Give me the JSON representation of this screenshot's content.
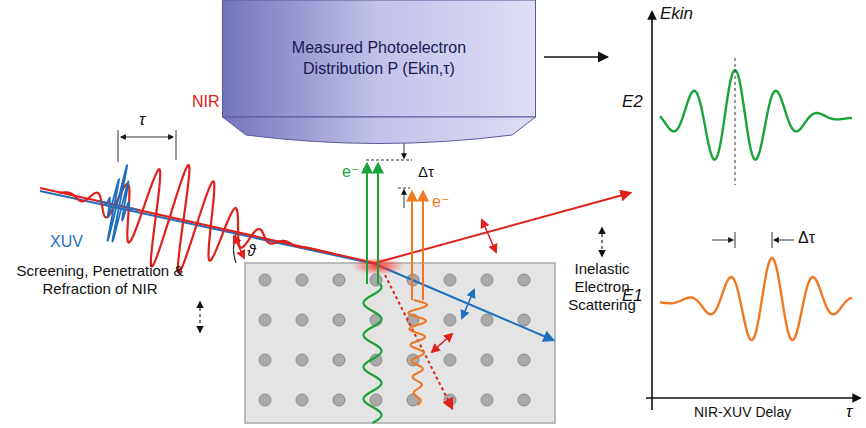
{
  "diagram": {
    "nodes": [
      {
        "text": [
          "Measured Photoelectron Distribution P (Ekin,τ)"
        ]
      },
      {
        "text": [
          "Ekin",
          "E2",
          "E1",
          "Δτ",
          "NIR-XUV Delay",
          "τ"
        ]
      }
    ],
    "edges": [
      {
        "from": 0,
        "to": 1,
        "arrow": "to"
      }
    ],
    "labels": [
      "τ",
      "NIR",
      "XUV",
      "ϑ",
      "e⁻",
      "e⁻",
      "Δτ",
      "Screening, Penetration & Refraction of NIR",
      "Inelastic Electron Scattering"
    ]
  }
}
